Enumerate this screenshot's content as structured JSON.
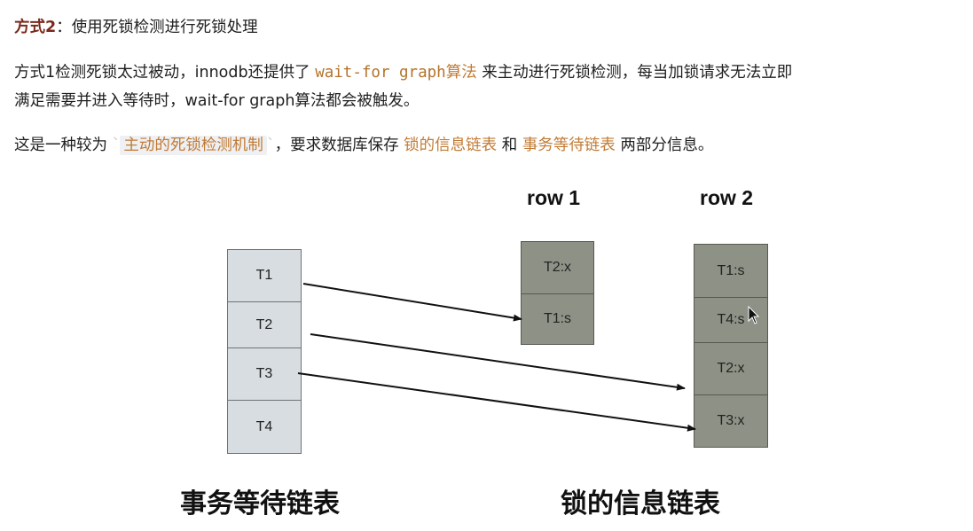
{
  "heading": {
    "prefix": "方式2",
    "colon": "：",
    "text": "使用死锁检测进行死锁处理"
  },
  "para1": {
    "part1": "方式1检测死锁太过被动，innodb还提供了",
    "code": "wait-for graph",
    "code_suffix": "算法",
    "part2": "来主动进行死锁检测，每当加锁请求无法立即",
    "line2": "满足需要并进入等待时，wait-for graph算法都会被触发。"
  },
  "para2": {
    "part1": "这是一种较为",
    "highlight": "主动的死锁检测机制",
    "part2": "，要求数据库保存",
    "term1": "锁的信息链表",
    "and": "和",
    "term2": "事务等待链表",
    "part3": "两部分信息。"
  },
  "diagram": {
    "transactions": [
      "T1",
      "T2",
      "T3",
      "T4"
    ],
    "row1_label": "row 1",
    "row1_locks": [
      "T2:x",
      "T1:s"
    ],
    "row2_label": "row 2",
    "row2_locks": [
      "T1:s",
      "T4:s",
      "T2:x",
      "T3:x"
    ],
    "left_caption": "事务等待链表",
    "right_caption": "锁的信息链表",
    "arrows": [
      {
        "from": "T1",
        "to": "row1:T1:s"
      },
      {
        "from": "T2",
        "to": "row2:T2:x"
      },
      {
        "from": "T3",
        "to": "row2:T3:x"
      }
    ]
  },
  "icons": [
    "mouse-cursor-icon"
  ]
}
